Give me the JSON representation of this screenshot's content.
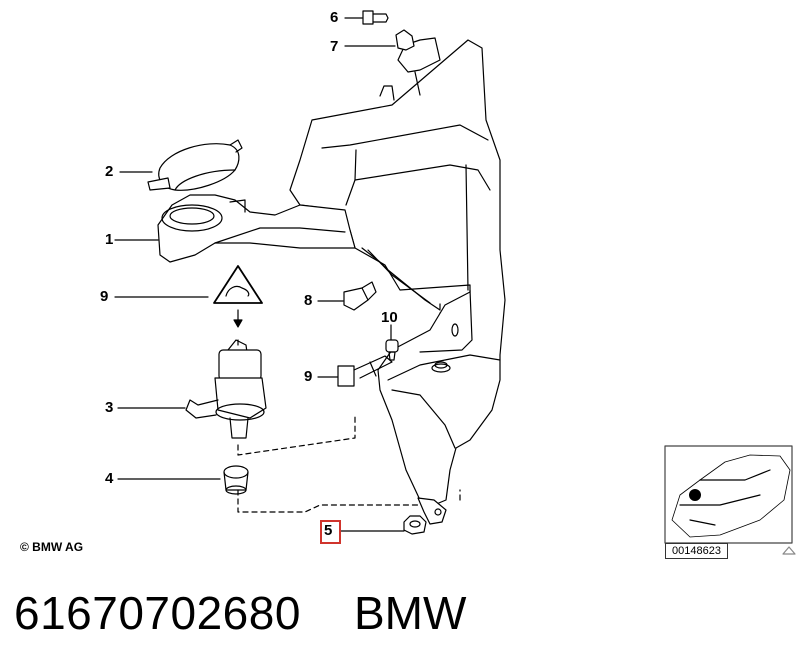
{
  "callouts": {
    "c6": "6",
    "c7": "7",
    "c2": "2",
    "c1": "1",
    "c9a": "9",
    "c8": "8",
    "c10": "10",
    "c9b": "9",
    "c3": "3",
    "c4": "4",
    "c5": "5"
  },
  "copyright": "© BMW AG",
  "diagram_id": "00148623",
  "part_number": "61670702680",
  "brand": "BMW",
  "colors": {
    "highlight": "#d0342c",
    "line": "#000000"
  },
  "icons": [
    "warning-triangle-icon",
    "car-thumbnail-icon"
  ]
}
